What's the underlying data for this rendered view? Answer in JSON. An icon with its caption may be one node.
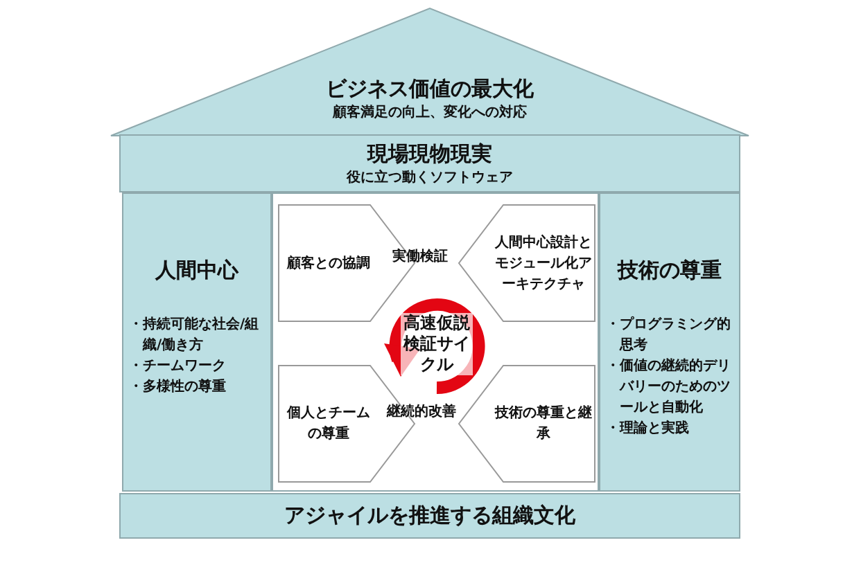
{
  "diagram": {
    "nodes": [
      {
        "text": [
          "ビジネス価値の最大化",
          "顧客満足の向上、変化への対応"
        ]
      },
      {
        "text": [
          "現場現物現実",
          "役に立つ動くソフトウェア"
        ]
      },
      {
        "text": [
          "人間中心",
          "・持続可能な社会/組織/働き方",
          "・チームワーク",
          "・多様性の尊重"
        ]
      },
      {
        "text": [],
        "shape": "box"
      },
      {
        "text": [
          "顧客との協調"
        ],
        "in": 3
      },
      {
        "text": [
          "人間中心設計とモジュール化アーキテクチャ"
        ],
        "in": 3
      },
      {
        "text": [
          "高速仮説検証サイクル"
        ],
        "in": 3
      },
      {
        "text": [
          "個人とチームの尊重"
        ],
        "in": 3
      },
      {
        "text": [
          "技術の尊重と継承"
        ],
        "in": 3
      },
      {
        "text": [
          "技術の尊重",
          "・プログラミング的思考",
          "・価値の継続的デリバリーのためのツールと自動化",
          "・理論と実践"
        ]
      },
      {
        "text": [
          "アジャイルを推進する組織文化"
        ]
      }
    ],
    "labels": [
      "実働検証",
      "継続的改善"
    ]
  }
}
